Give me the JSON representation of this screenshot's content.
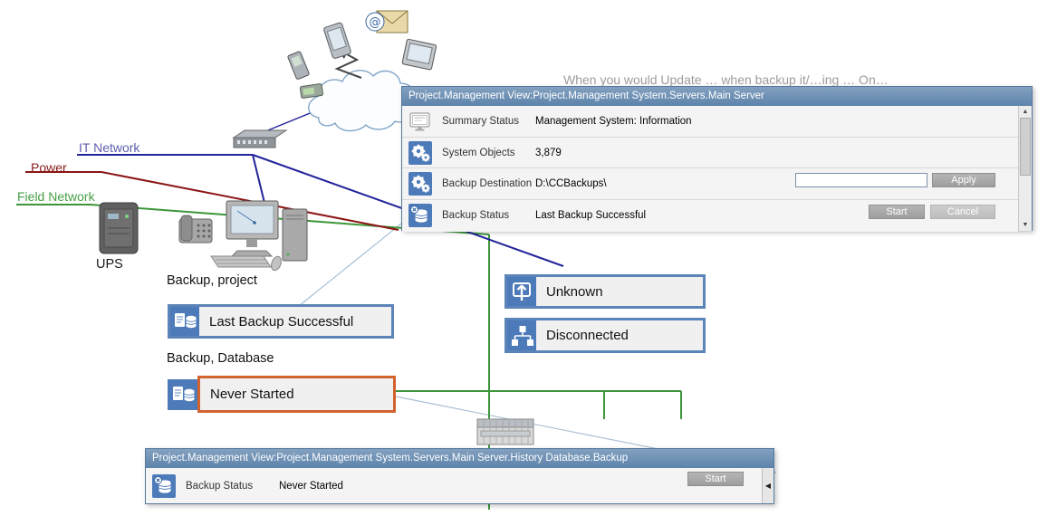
{
  "colors": {
    "panel_header": "#6d8fb2",
    "widget_border_blue": "#5b84b8",
    "widget_border_alert": "#d2622e",
    "icon_blue": "#4d7ab8",
    "it_network_line": "#23239b",
    "power_line": "#8b1414",
    "field_network_line": "#3c9639"
  },
  "icons": {
    "scroll_up": "▲",
    "scroll_down": "▼",
    "collapse_left": "◀",
    "at_sign": "@"
  },
  "diagram": {
    "it_network_label": "IT Network",
    "power_label": "Power",
    "field_network_label": "Field Network",
    "ups_label": "UPS",
    "backup_project_label": "Backup, project",
    "backup_database_label": "Backup, Database",
    "annotation_text": "When you would Update … when backup it/…ing … On…"
  },
  "widgets": {
    "backup_project": {
      "label": "Last Backup Successful"
    },
    "backup_database": {
      "label": "Never Started"
    },
    "unknown": {
      "label": "Unknown"
    },
    "disconnected": {
      "label": "Disconnected"
    }
  },
  "main_panel": {
    "title": "Project.Management View:Project.Management System.Servers.Main Server",
    "rows": [
      {
        "icon": "summary-monitor-icon",
        "label": "Summary Status",
        "value": "Management System: Information"
      },
      {
        "icon": "gears-icon",
        "label": "System Objects",
        "value": "3,879"
      },
      {
        "icon": "gears-icon",
        "label": "Backup Destination",
        "value": "D:\\CCBackups\\"
      },
      {
        "icon": "backup-database-icon",
        "label": "Backup Status",
        "value": "Last Backup Successful"
      }
    ],
    "destination_input_value": "",
    "apply_button": "Apply",
    "start_button": "Start",
    "cancel_button": "Cancel"
  },
  "history_panel": {
    "title": "Project.Management View:Project.Management System.Servers.Main Server.History Database.Backup",
    "row": {
      "icon": "backup-database-icon",
      "label": "Backup Status",
      "value": "Never Started"
    },
    "start_button": "Start"
  }
}
